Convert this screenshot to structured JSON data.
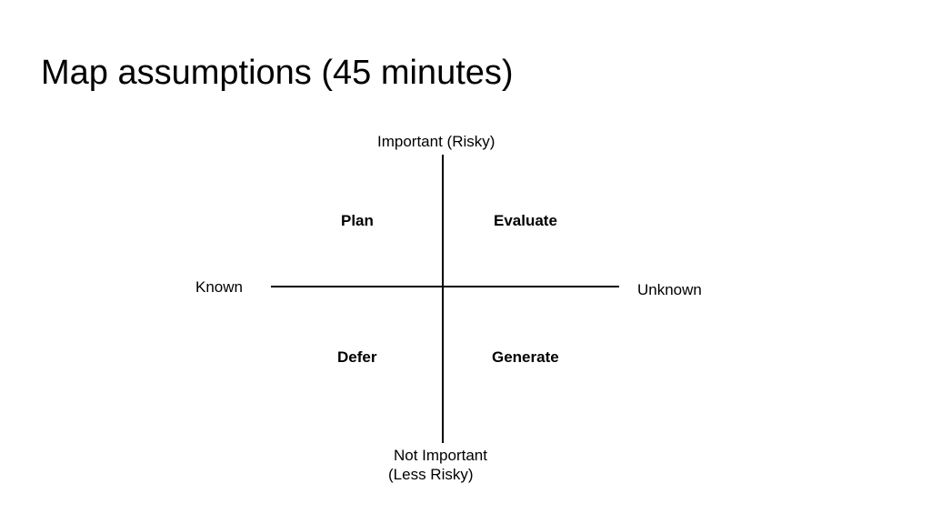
{
  "slide": {
    "title": "Map assumptions (45 minutes)"
  },
  "diagram": {
    "axes": {
      "top": "Important (Risky)",
      "bottom_line1": "Not Important",
      "bottom_line2": "(Less Risky)",
      "left": "Known",
      "right": "Unknown"
    },
    "quadrants": {
      "top_left": "Plan",
      "top_right": "Evaluate",
      "bottom_left": "Defer",
      "bottom_right": "Generate"
    }
  }
}
